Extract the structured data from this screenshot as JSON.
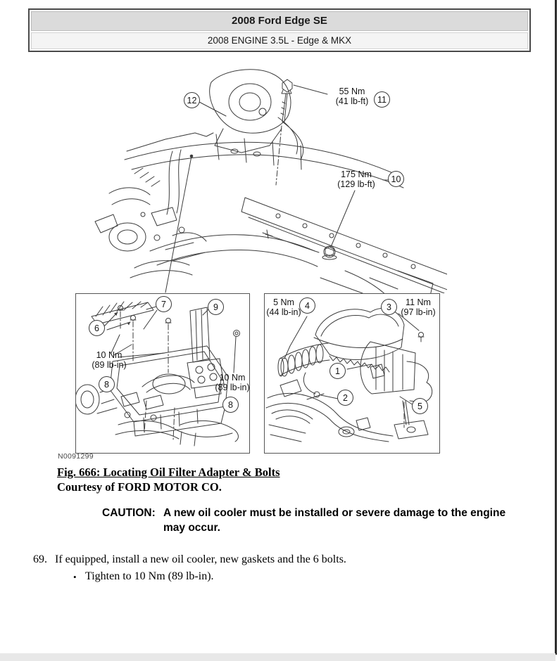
{
  "header": {
    "title": "2008 Ford Edge SE",
    "subtitle": "2008 ENGINE 3.5L - Edge & MKX"
  },
  "figure": {
    "image_number": "N0091299",
    "caption": "Fig. 666: Locating Oil Filter Adapter & Bolts",
    "credit": "Courtesy of FORD MOTOR CO.",
    "main_view": {
      "callouts": {
        "c10": "10",
        "c11": "11",
        "c12": "12"
      },
      "torques": {
        "t55": {
          "value": "55 Nm",
          "alt": "(41 lb-ft)"
        },
        "t175": {
          "value": "175 Nm",
          "alt": "(129 lb-ft)"
        }
      }
    },
    "left_view": {
      "callouts": {
        "c6": "6",
        "c7": "7",
        "c8": "8",
        "c9": "9"
      },
      "torques": {
        "t10": {
          "value": "10 Nm",
          "alt": "(89 lb-in)"
        }
      }
    },
    "right_view": {
      "callouts": {
        "c1": "1",
        "c2": "2",
        "c3": "3",
        "c4": "4",
        "c5": "5"
      },
      "torques": {
        "t5": {
          "value": "5 Nm",
          "alt": "(44 lb-in)"
        },
        "t11": {
          "value": "11 Nm",
          "alt": "(97 lb-in)"
        }
      }
    }
  },
  "caution": {
    "label": "CAUTION:",
    "lines": {
      "l1": "A new oil cooler must be installed or severe damage to the engine",
      "l2": "may occur."
    }
  },
  "step": {
    "number": "69.",
    "text": "If equipped, install a new oil cooler, new gaskets and the 6 bolts.",
    "bullet": "•",
    "substep": "Tighten to 10 Nm (89 lb-in)."
  }
}
